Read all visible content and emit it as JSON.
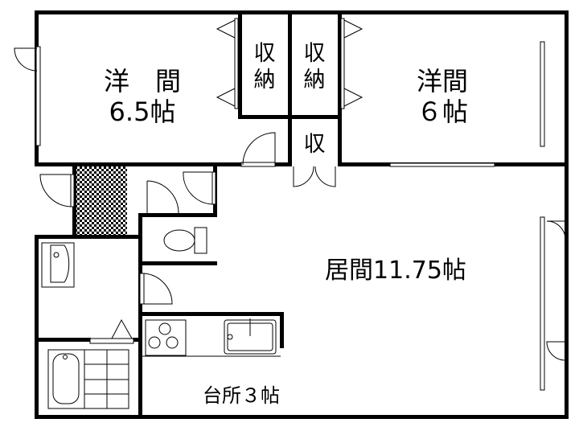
{
  "rooms": {
    "western_room_1": {
      "name": "洋　間",
      "size": "6.5帖"
    },
    "western_room_2": {
      "name": "洋間",
      "size": "６帖"
    },
    "closet_1": {
      "line1": "収",
      "line2": "納"
    },
    "closet_2": {
      "line1": "収",
      "line2": "納"
    },
    "closet_3": {
      "label": "収"
    },
    "living": {
      "label": "居間11.75帖"
    },
    "kitchen": {
      "label": "台所３帖"
    }
  }
}
